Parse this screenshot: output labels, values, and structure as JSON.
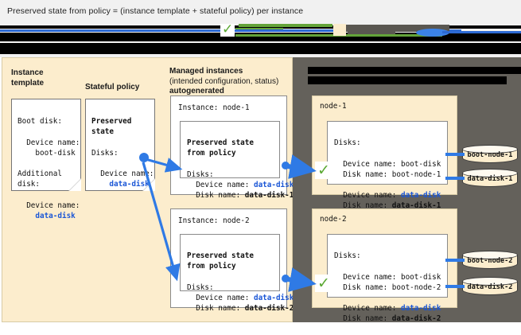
{
  "caption": "Preserved state from policy = (instance template + stateful policy) per instance",
  "headings": {
    "instance_template": "Instance\ntemplate",
    "stateful_policy": "Stateful policy",
    "managed_instances_l1": "Managed instances",
    "managed_instances_l2": "(intended configuration, status)",
    "managed_instances_l3": "autogenerated"
  },
  "cards": {
    "instance_template": {
      "lines": [
        {
          "text": "Boot disk:",
          "color": "black",
          "bold": false,
          "indent": 0
        },
        {
          "text": "",
          "color": "black",
          "bold": false,
          "indent": 0
        },
        {
          "text": "Device name:",
          "color": "black",
          "bold": false,
          "indent": 1
        },
        {
          "text": "boot-disk",
          "color": "black",
          "bold": false,
          "indent": 2
        },
        {
          "text": "",
          "color": "black",
          "bold": false,
          "indent": 0
        },
        {
          "text": "Additional",
          "color": "black",
          "bold": false,
          "indent": 0
        },
        {
          "text": "disk:",
          "color": "black",
          "bold": false,
          "indent": 0
        },
        {
          "text": "",
          "color": "black",
          "bold": false,
          "indent": 0
        },
        {
          "text": "Device name:",
          "color": "black",
          "bold": false,
          "indent": 1
        },
        {
          "text": "data-disk",
          "color": "blue",
          "bold": true,
          "indent": 2
        }
      ]
    },
    "stateful_policy": {
      "lines": [
        {
          "text": "Preserved",
          "color": "black",
          "bold": true,
          "indent": 0
        },
        {
          "text": "state",
          "color": "black",
          "bold": true,
          "indent": 0
        },
        {
          "text": "",
          "color": "black",
          "bold": false,
          "indent": 0
        },
        {
          "text": "Disks:",
          "color": "black",
          "bold": false,
          "indent": 0
        },
        {
          "text": "",
          "color": "black",
          "bold": false,
          "indent": 0
        },
        {
          "text": "Device name:",
          "color": "black",
          "bold": false,
          "indent": 1
        },
        {
          "text": "data-disk",
          "color": "blue",
          "bold": true,
          "indent": 2
        }
      ]
    }
  },
  "managed_instances": [
    {
      "instance_label": "Instance: node-1",
      "inner_title_l1": "Preserved state",
      "inner_title_l2": "from policy",
      "disks_label": "Disks:",
      "device_name_label": "Device name:",
      "device_name_value": "data-disk",
      "disk_name_label": "Disk name:",
      "disk_name_value": "data-disk-1"
    },
    {
      "instance_label": "Instance: node-2",
      "inner_title_l1": "Preserved state",
      "inner_title_l2": "from policy",
      "disks_label": "Disks:",
      "device_name_label": "Device name:",
      "device_name_value": "data-disk",
      "disk_name_label": "Disk name:",
      "disk_name_value": "data-disk-2"
    }
  ],
  "right_panel": {
    "redacted_header_lines": 2,
    "nodes": [
      {
        "name": "node-1",
        "disks_label": "Disks:",
        "boot_device_label": "Device name: boot-disk",
        "boot_disk_label": "Disk name: boot-node-1",
        "data_device_label": "Device name:",
        "data_device_value": "data-disk",
        "data_disk_label": "Disk name:",
        "data_disk_value": "data-disk-1",
        "check": "✓"
      },
      {
        "name": "node-2",
        "disks_label": "Disks:",
        "boot_device_label": "Device name: boot-disk",
        "boot_disk_label": "Disk name: boot-node-2",
        "data_device_label": "Device name:",
        "data_device_value": "data-disk",
        "data_disk_label": "Disk name:",
        "data_disk_value": "data-disk-2",
        "check": "✓"
      }
    ]
  },
  "disks": [
    {
      "label": "boot-node-1"
    },
    {
      "label": "data-disk-1"
    },
    {
      "label": "boot-node-2"
    },
    {
      "label": "data-disk-2"
    }
  ],
  "colors": {
    "panel_cream": "#fcedcd",
    "panel_gray": "#64615b",
    "accent_blue": "#1a56d6",
    "connector_blue": "#2f7ae5",
    "check_green": "#5aa832",
    "caption_bg": "#f1f1f1"
  }
}
